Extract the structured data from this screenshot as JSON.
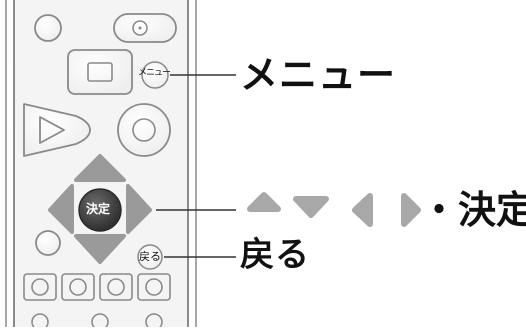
{
  "remote": {
    "menu_button_label": "メニュー",
    "enter_button_label": "決定",
    "back_button_label": "戻る"
  },
  "callouts": {
    "menu_label": "メニュー",
    "arrows_suffix": "・決定",
    "back_label": "戻る"
  },
  "colors": {
    "outline": "#8a8a8a",
    "dpad_gray": "#9a9a9a",
    "enter_dark": "#3a3a3a",
    "callout_gray": "#a8a8a8"
  }
}
